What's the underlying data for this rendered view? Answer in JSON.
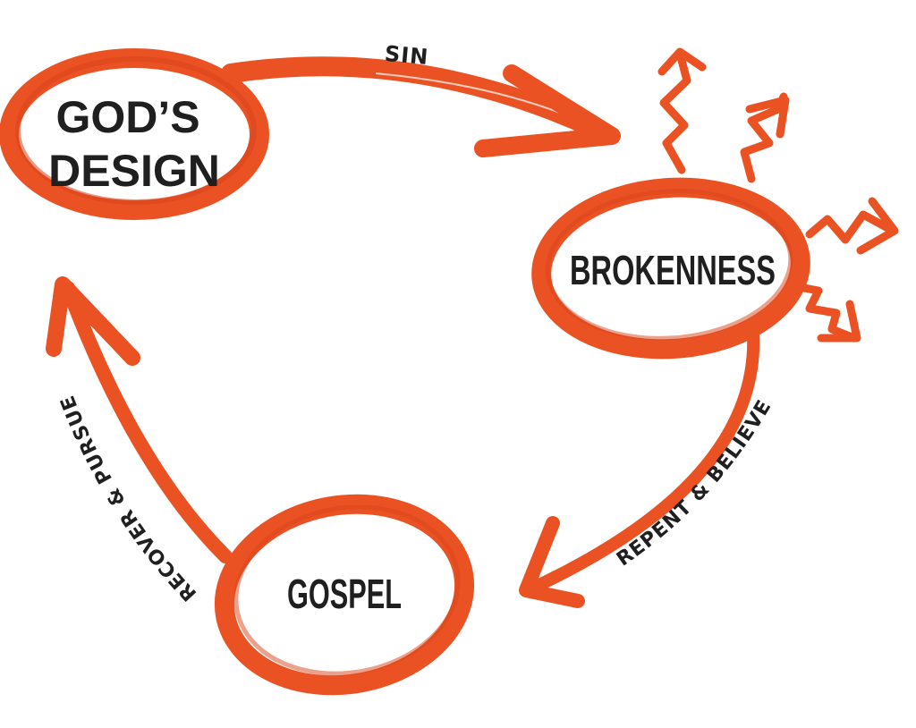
{
  "diagram": {
    "type": "cycle",
    "accent_color": "#ea5223",
    "accent_dark": "#d9431b",
    "text_color": "#1f1f1f",
    "nodes": [
      {
        "id": "gods-design",
        "lines": [
          "GOD’S",
          "DESIGN"
        ]
      },
      {
        "id": "brokenness",
        "lines": [
          "BROKENNESS"
        ]
      },
      {
        "id": "gospel",
        "lines": [
          "GOSPEL"
        ]
      }
    ],
    "edges": [
      {
        "from": "gods-design",
        "to": "brokenness",
        "label": "SIN"
      },
      {
        "from": "brokenness",
        "to": "gospel",
        "label": "REPENT & BELIEVE"
      },
      {
        "from": "gospel",
        "to": "gods-design",
        "label": "RECOVER & PURSUE"
      }
    ],
    "decorations": [
      {
        "near": "brokenness",
        "kind": "zigzag-arrows",
        "count": 4
      }
    ]
  }
}
